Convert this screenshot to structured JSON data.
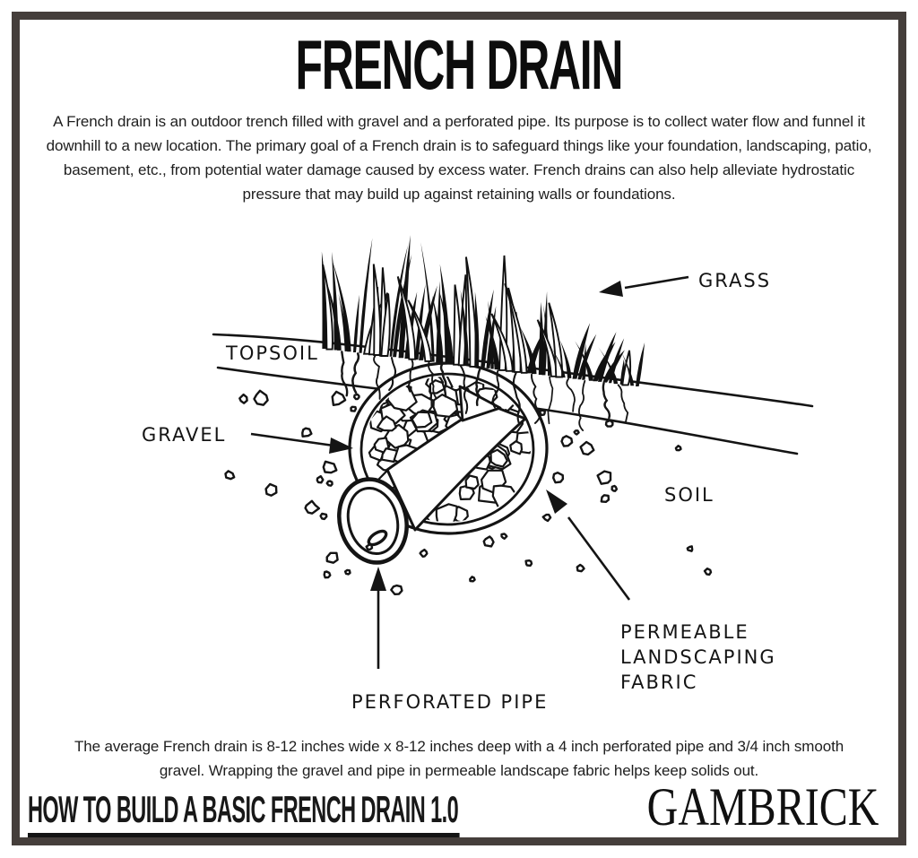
{
  "header": {
    "title": "FRENCH DRAIN"
  },
  "intro": {
    "text": "A French drain is an outdoor trench filled with gravel and a perforated pipe. Its purpose is to collect water flow and funnel it downhill to a new location. The primary goal of a French drain is to safeguard things like your foundation, landscaping, patio, basement, etc., from potential water damage caused by excess water. French drains can also help alleviate hydrostatic pressure that may build up against retaining walls or foundations."
  },
  "diagram": {
    "labels": {
      "grass": "GRASS",
      "topsoil": "TOPSOIL",
      "gravel": "GRAVEL",
      "soil": "SOIL",
      "fabric1": "PERMEABLE",
      "fabric2": "LANDSCAPING",
      "fabric3": "FABRIC",
      "pipe": "PERFORATED PIPE"
    }
  },
  "summary": {
    "text": "The average French drain is 8-12 inches wide x 8-12 inches deep with a 4 inch perforated pipe and 3/4 inch smooth gravel. Wrapping the gravel and pipe in permeable landscape fabric helps keep solids out."
  },
  "footer": {
    "tagline": "HOW TO BUILD A BASIC FRENCH DRAIN 1.0",
    "brand": "GAMBRICK"
  },
  "colors": {
    "ink": "#141414",
    "frame": "#453e3b",
    "background": "#ffffff"
  }
}
